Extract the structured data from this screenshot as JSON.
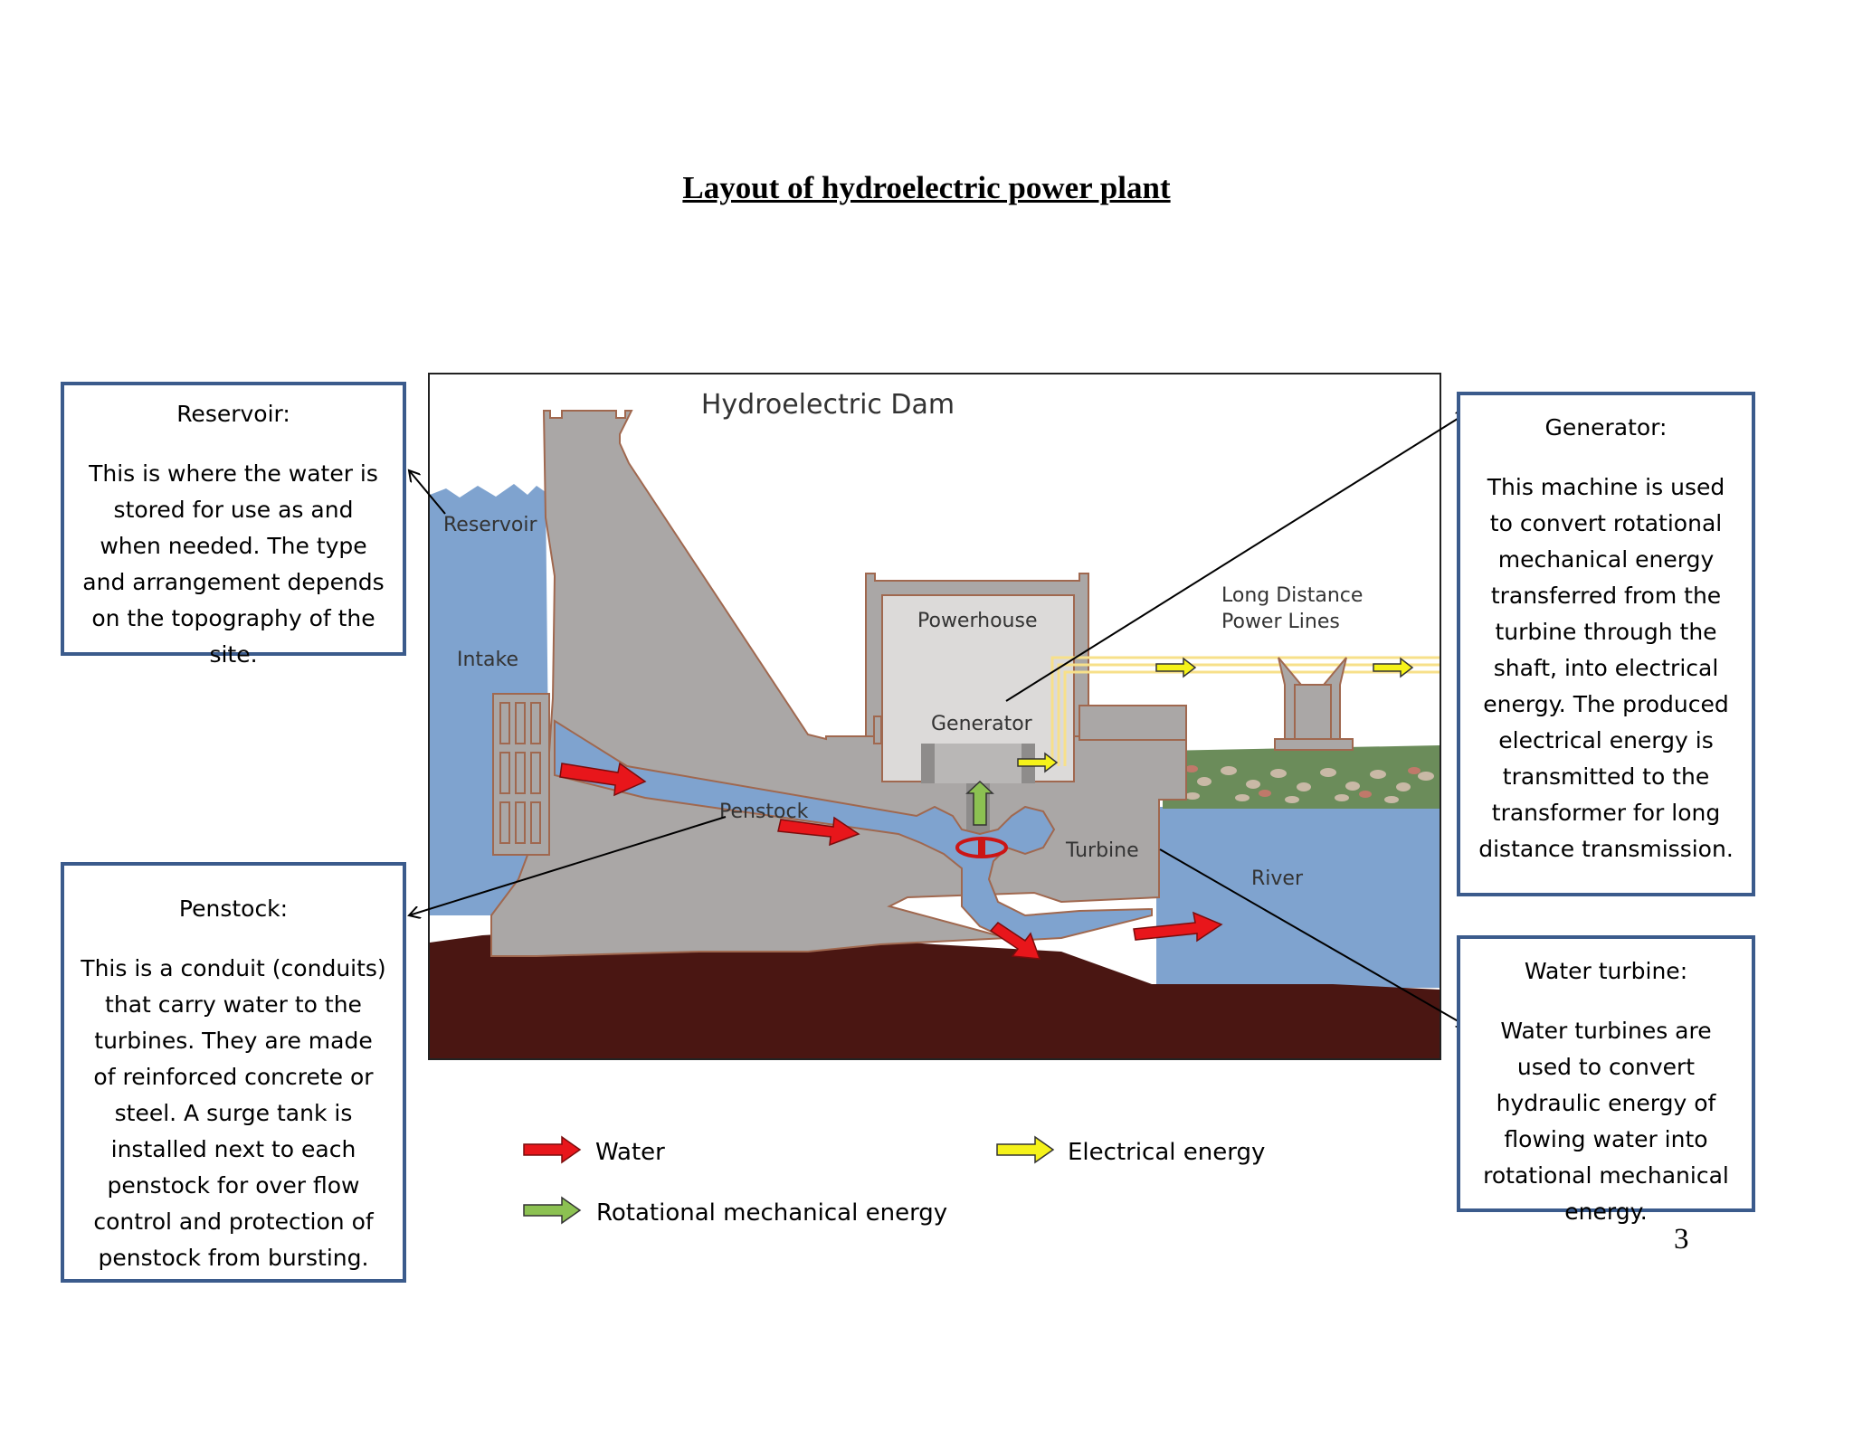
{
  "title": "Layout of hydroelectric power plant",
  "diagram": {
    "title": "Hydroelectric Dam",
    "labels": {
      "reservoir": "Reservoir",
      "intake": "Intake",
      "powerhouse": "Powerhouse",
      "generator": "Generator",
      "penstock": "Penstock",
      "turbine": "Turbine",
      "river": "River",
      "power_lines_1": "Long Distance",
      "power_lines_2": "Power Lines"
    }
  },
  "boxes": {
    "reservoir": {
      "title": "Reservoir:",
      "body": "This is where the water is stored for use as and when needed. The type and arrangement depends on the topography of the site."
    },
    "penstock": {
      "title": "Penstock:",
      "body": "This is a conduit (conduits) that carry water to the turbines. They are made of reinforced concrete or steel. A surge tank is installed next to each penstock for over flow control and protection of penstock from bursting."
    },
    "generator": {
      "title": "Generator:",
      "body": "This machine is used to convert rotational mechanical energy transferred from the turbine through the shaft, into electrical energy. The produced electrical energy is transmitted to the transformer for long distance transmission."
    },
    "turbine": {
      "title": "Water turbine:",
      "body": "Water turbines are used to convert hydraulic energy of flowing water into rotational mechanical energy."
    }
  },
  "legend": {
    "water": "Water",
    "electrical": "Electrical energy",
    "rotational": "Rotational mechanical energy"
  },
  "colors": {
    "water_arrow": "#e8161b",
    "electrical_arrow": "#f5f21a",
    "rotational_arrow": "#8cc152",
    "water": "#7fa3cf",
    "concrete": "#aaa7a6",
    "ground": "#4a1612",
    "box_border": "#3b5b8c"
  },
  "page_number": "3"
}
